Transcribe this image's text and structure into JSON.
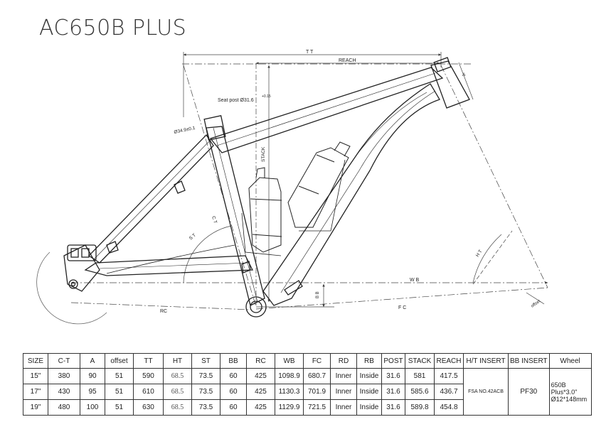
{
  "title": "AC650B PLUS",
  "diagram_labels": {
    "tt": "T T",
    "reach": "REACH",
    "seat_post": "Seat post Ø31.6",
    "seat_post_tol": "+0.15",
    "seat_clamp": "Ø34.9±0.1",
    "stack": "STACK",
    "ct": "C T",
    "st": "S T",
    "a": "A",
    "ht": "H T",
    "wb": "W B",
    "bb": "B B",
    "rc": "RC",
    "fc": "F C",
    "offset": "offset"
  },
  "table": {
    "headers": [
      "SIZE",
      "C-T",
      "A",
      "offset",
      "TT",
      "HT",
      "ST",
      "BB",
      "RC",
      "WB",
      "FC",
      "RD",
      "RB",
      "POST",
      "STACK",
      "REACH",
      "H/T INSERT",
      "BB INSERT",
      "Wheel"
    ],
    "rows": [
      [
        "15\"",
        "380",
        "90",
        "51",
        "590",
        "68.5",
        "73.5",
        "60",
        "425",
        "1098.9",
        "680.7",
        "Inner",
        "Inside",
        "31.6",
        "581",
        "417.5"
      ],
      [
        "17\"",
        "430",
        "95",
        "51",
        "610",
        "68.5",
        "73.5",
        "60",
        "425",
        "1130.3",
        "701.9",
        "Inner",
        "Inside",
        "31.6",
        "585.6",
        "436.7"
      ],
      [
        "19\"",
        "480",
        "100",
        "51",
        "630",
        "68.5",
        "73.5",
        "60",
        "425",
        "1129.9",
        "721.5",
        "Inner",
        "Inside",
        "31.6",
        "589.8",
        "454.8"
      ]
    ],
    "ht_insert": "FSA NO.42ACB",
    "bb_insert": "PF30",
    "wheel": [
      "650B",
      "Plus*3.0\"",
      "Ø12*148mm"
    ]
  }
}
